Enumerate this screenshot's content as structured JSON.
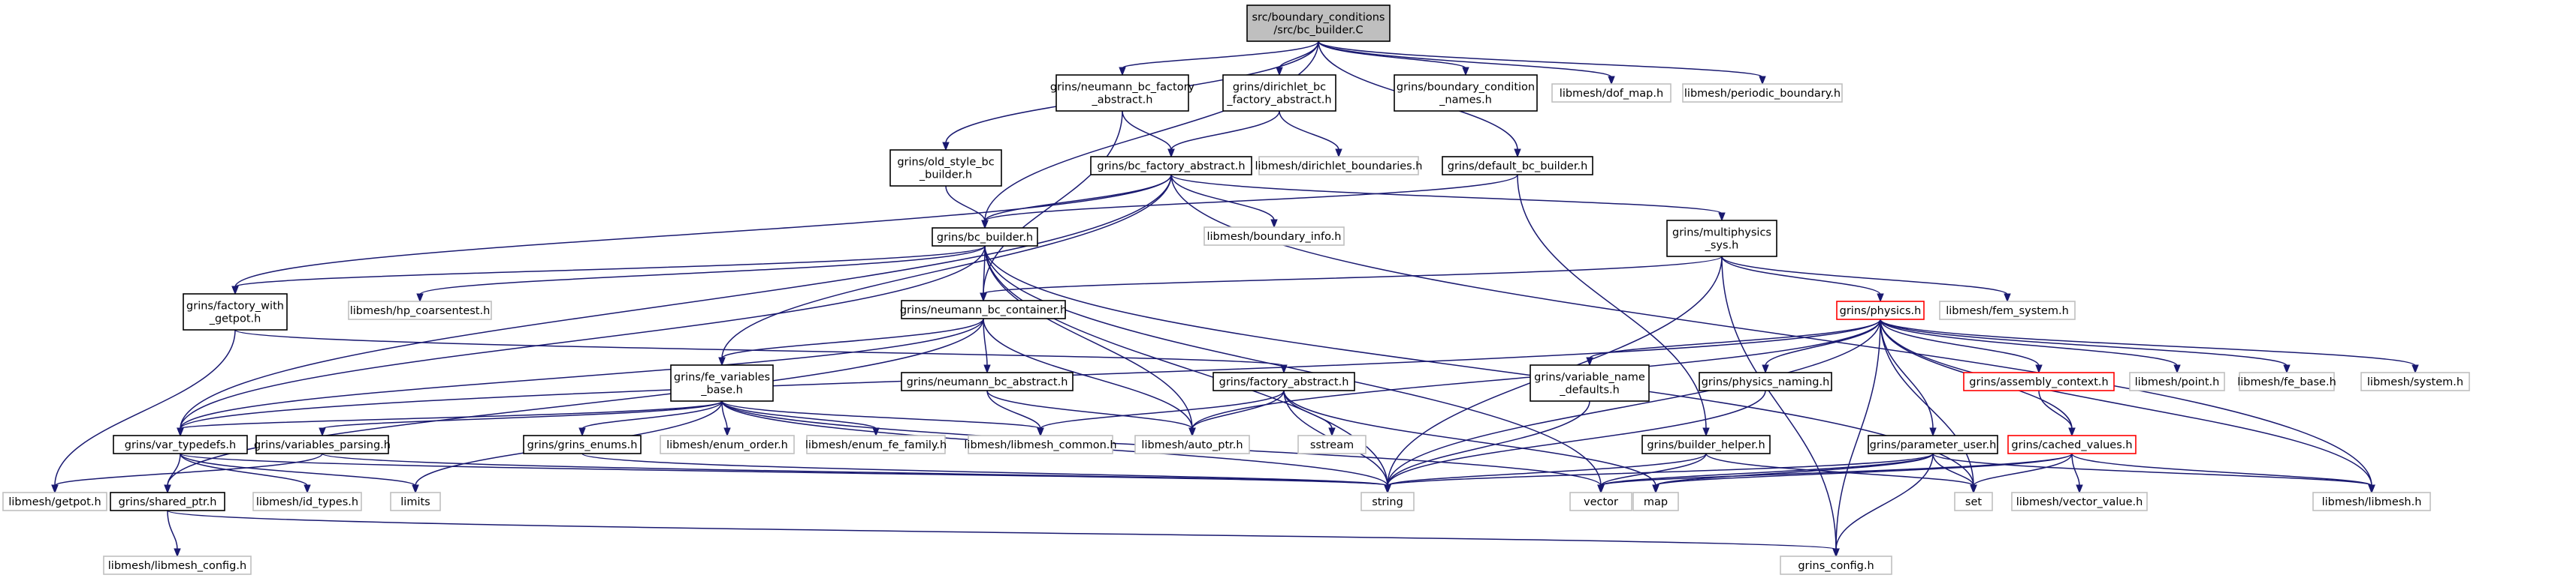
{
  "colors": {
    "edge": "#191970",
    "border_documented": "#000000",
    "border_system": "#bfbfbf",
    "border_incomplete": "#ff0000",
    "root_fill": "#bfbfbf"
  },
  "nodes": [
    {
      "id": "root",
      "lines": [
        "src/boundary_conditions",
        "/src/bc_builder.C"
      ],
      "kind": "root"
    },
    {
      "id": "neumann_factory",
      "lines": [
        "grins/neumann_bc_factory",
        "_abstract.h"
      ],
      "kind": "documented"
    },
    {
      "id": "dirichlet_factory",
      "lines": [
        "grins/dirichlet_bc",
        "_factory_abstract.h"
      ],
      "kind": "documented"
    },
    {
      "id": "bc_names",
      "lines": [
        "grins/boundary_condition",
        "_names.h"
      ],
      "kind": "documented"
    },
    {
      "id": "dof_map",
      "lines": [
        "libmesh/dof_map.h"
      ],
      "kind": "system"
    },
    {
      "id": "periodic",
      "lines": [
        "libmesh/periodic_boundary.h"
      ],
      "kind": "system"
    },
    {
      "id": "old_style",
      "lines": [
        "grins/old_style_bc",
        "_builder.h"
      ],
      "kind": "documented"
    },
    {
      "id": "bc_factory",
      "lines": [
        "grins/bc_factory_abstract.h"
      ],
      "kind": "documented"
    },
    {
      "id": "dirichlet_boundaries",
      "lines": [
        "libmesh/dirichlet_boundaries.h"
      ],
      "kind": "system"
    },
    {
      "id": "default_bc",
      "lines": [
        "grins/default_bc_builder.h"
      ],
      "kind": "documented"
    },
    {
      "id": "boundary_info",
      "lines": [
        "libmesh/boundary_info.h"
      ],
      "kind": "system"
    },
    {
      "id": "bc_builder",
      "lines": [
        "grins/bc_builder.h"
      ],
      "kind": "documented"
    },
    {
      "id": "multiphysics",
      "lines": [
        "grins/multiphysics",
        "_sys.h"
      ],
      "kind": "documented"
    },
    {
      "id": "factory_getpot",
      "lines": [
        "grins/factory_with",
        "_getpot.h"
      ],
      "kind": "documented"
    },
    {
      "id": "hp_coarsen",
      "lines": [
        "libmesh/hp_coarsentest.h"
      ],
      "kind": "system"
    },
    {
      "id": "neumann_container",
      "lines": [
        "grins/neumann_bc_container.h"
      ],
      "kind": "documented"
    },
    {
      "id": "physics",
      "lines": [
        "grins/physics.h"
      ],
      "kind": "incomplete"
    },
    {
      "id": "fem_system",
      "lines": [
        "libmesh/fem_system.h"
      ],
      "kind": "system"
    },
    {
      "id": "fe_variables",
      "lines": [
        "grins/fe_variables",
        "_base.h"
      ],
      "kind": "documented"
    },
    {
      "id": "neumann_abstract",
      "lines": [
        "grins/neumann_bc_abstract.h"
      ],
      "kind": "documented"
    },
    {
      "id": "factory_abstract",
      "lines": [
        "grins/factory_abstract.h"
      ],
      "kind": "documented"
    },
    {
      "id": "var_name_defaults",
      "lines": [
        "grins/variable_name",
        "_defaults.h"
      ],
      "kind": "documented"
    },
    {
      "id": "physics_naming",
      "lines": [
        "grins/physics_naming.h"
      ],
      "kind": "documented"
    },
    {
      "id": "assembly_context",
      "lines": [
        "grins/assembly_context.h"
      ],
      "kind": "incomplete"
    },
    {
      "id": "point",
      "lines": [
        "libmesh/point.h"
      ],
      "kind": "system"
    },
    {
      "id": "fe_base",
      "lines": [
        "libmesh/fe_base.h"
      ],
      "kind": "system"
    },
    {
      "id": "system",
      "lines": [
        "libmesh/system.h"
      ],
      "kind": "system"
    },
    {
      "id": "var_typedefs",
      "lines": [
        "grins/var_typedefs.h"
      ],
      "kind": "documented"
    },
    {
      "id": "var_parsing",
      "lines": [
        "grins/variables_parsing.h"
      ],
      "kind": "documented"
    },
    {
      "id": "grins_enums",
      "lines": [
        "grins/grins_enums.h"
      ],
      "kind": "documented"
    },
    {
      "id": "enum_order",
      "lines": [
        "libmesh/enum_order.h"
      ],
      "kind": "system"
    },
    {
      "id": "enum_fe_family",
      "lines": [
        "libmesh/enum_fe_family.h"
      ],
      "kind": "system"
    },
    {
      "id": "libmesh_common",
      "lines": [
        "libmesh/libmesh_common.h"
      ],
      "kind": "system"
    },
    {
      "id": "auto_ptr",
      "lines": [
        "libmesh/auto_ptr.h"
      ],
      "kind": "system"
    },
    {
      "id": "sstream",
      "lines": [
        "sstream"
      ],
      "kind": "system"
    },
    {
      "id": "builder_helper",
      "lines": [
        "grins/builder_helper.h"
      ],
      "kind": "documented"
    },
    {
      "id": "parameter_user",
      "lines": [
        "grins/parameter_user.h"
      ],
      "kind": "documented"
    },
    {
      "id": "cached_values",
      "lines": [
        "grins/cached_values.h"
      ],
      "kind": "incomplete"
    },
    {
      "id": "getpot",
      "lines": [
        "libmesh/getpot.h"
      ],
      "kind": "system"
    },
    {
      "id": "shared_ptr",
      "lines": [
        "grins/shared_ptr.h"
      ],
      "kind": "documented"
    },
    {
      "id": "id_types",
      "lines": [
        "libmesh/id_types.h"
      ],
      "kind": "system"
    },
    {
      "id": "limits",
      "lines": [
        "limits"
      ],
      "kind": "system"
    },
    {
      "id": "string",
      "lines": [
        "string"
      ],
      "kind": "system"
    },
    {
      "id": "vector",
      "lines": [
        "vector"
      ],
      "kind": "system"
    },
    {
      "id": "map",
      "lines": [
        "map"
      ],
      "kind": "system"
    },
    {
      "id": "set",
      "lines": [
        "set"
      ],
      "kind": "system"
    },
    {
      "id": "vector_value",
      "lines": [
        "libmesh/vector_value.h"
      ],
      "kind": "system"
    },
    {
      "id": "libmesh_h",
      "lines": [
        "libmesh/libmesh.h"
      ],
      "kind": "system"
    },
    {
      "id": "libmesh_config",
      "lines": [
        "libmesh/libmesh_config.h"
      ],
      "kind": "system"
    },
    {
      "id": "grins_config",
      "lines": [
        "grins_config.h"
      ],
      "kind": "system"
    }
  ],
  "edges": [
    [
      "root",
      "neumann_factory"
    ],
    [
      "root",
      "dirichlet_factory"
    ],
    [
      "root",
      "bc_names"
    ],
    [
      "root",
      "dof_map"
    ],
    [
      "root",
      "periodic"
    ],
    [
      "root",
      "old_style"
    ],
    [
      "root",
      "bc_builder"
    ],
    [
      "root",
      "default_bc"
    ],
    [
      "neumann_factory",
      "bc_factory"
    ],
    [
      "neumann_factory",
      "neumann_container"
    ],
    [
      "dirichlet_factory",
      "bc_factory"
    ],
    [
      "dirichlet_factory",
      "dirichlet_boundaries"
    ],
    [
      "old_style",
      "bc_builder"
    ],
    [
      "bc_factory",
      "bc_builder"
    ],
    [
      "bc_factory",
      "boundary_info"
    ],
    [
      "bc_factory",
      "factory_getpot"
    ],
    [
      "bc_factory",
      "var_typedefs"
    ],
    [
      "bc_factory",
      "multiphysics"
    ],
    [
      "bc_factory",
      "fe_variables"
    ],
    [
      "bc_factory",
      "libmesh_h"
    ],
    [
      "default_bc",
      "bc_builder"
    ],
    [
      "default_bc",
      "builder_helper"
    ],
    [
      "bc_builder",
      "hp_coarsen"
    ],
    [
      "bc_builder",
      "neumann_container"
    ],
    [
      "bc_builder",
      "var_typedefs"
    ],
    [
      "bc_builder",
      "auto_ptr"
    ],
    [
      "bc_builder",
      "string"
    ],
    [
      "bc_builder",
      "vector"
    ],
    [
      "bc_builder",
      "set"
    ],
    [
      "bc_builder",
      "factory_getpot"
    ],
    [
      "multiphysics",
      "neumann_container"
    ],
    [
      "multiphysics",
      "physics"
    ],
    [
      "multiphysics",
      "fem_system"
    ],
    [
      "multiphysics",
      "string"
    ],
    [
      "multiphysics",
      "grins_config"
    ],
    [
      "factory_getpot",
      "getpot"
    ],
    [
      "factory_getpot",
      "factory_abstract"
    ],
    [
      "neumann_container",
      "fe_variables"
    ],
    [
      "neumann_container",
      "neumann_abstract"
    ],
    [
      "neumann_container",
      "var_typedefs"
    ],
    [
      "neumann_container",
      "auto_ptr"
    ],
    [
      "neumann_container",
      "shared_ptr"
    ],
    [
      "physics",
      "var_name_defaults"
    ],
    [
      "physics",
      "physics_naming"
    ],
    [
      "physics",
      "assembly_context"
    ],
    [
      "physics",
      "point"
    ],
    [
      "physics",
      "fe_base"
    ],
    [
      "physics",
      "system"
    ],
    [
      "physics",
      "cached_values"
    ],
    [
      "physics",
      "parameter_user"
    ],
    [
      "physics",
      "var_typedefs"
    ],
    [
      "physics",
      "auto_ptr"
    ],
    [
      "physics",
      "string"
    ],
    [
      "physics",
      "set"
    ],
    [
      "physics",
      "libmesh_h"
    ],
    [
      "physics",
      "grins_config"
    ],
    [
      "fe_variables",
      "var_typedefs"
    ],
    [
      "fe_variables",
      "var_parsing"
    ],
    [
      "fe_variables",
      "grins_enums"
    ],
    [
      "fe_variables",
      "enum_order"
    ],
    [
      "fe_variables",
      "enum_fe_family"
    ],
    [
      "fe_variables",
      "libmesh_common"
    ],
    [
      "fe_variables",
      "string"
    ],
    [
      "fe_variables",
      "vector"
    ],
    [
      "fe_variables",
      "limits"
    ],
    [
      "neumann_abstract",
      "libmesh_common"
    ],
    [
      "neumann_abstract",
      "auto_ptr"
    ],
    [
      "factory_abstract",
      "libmesh_common"
    ],
    [
      "factory_abstract",
      "auto_ptr"
    ],
    [
      "factory_abstract",
      "sstream"
    ],
    [
      "factory_abstract",
      "string"
    ],
    [
      "factory_abstract",
      "map"
    ],
    [
      "var_name_defaults",
      "string"
    ],
    [
      "physics_naming",
      "string"
    ],
    [
      "assembly_context",
      "cached_values"
    ],
    [
      "cached_values",
      "set"
    ],
    [
      "cached_values",
      "map"
    ],
    [
      "cached_values",
      "vector_value"
    ],
    [
      "cached_values",
      "libmesh_h"
    ],
    [
      "cached_values",
      "vector"
    ],
    [
      "builder_helper",
      "string"
    ],
    [
      "builder_helper",
      "set"
    ],
    [
      "builder_helper",
      "vector"
    ],
    [
      "parameter_user",
      "string"
    ],
    [
      "parameter_user",
      "map"
    ],
    [
      "parameter_user",
      "libmesh_h"
    ],
    [
      "parameter_user",
      "grins_config"
    ],
    [
      "parameter_user",
      "set"
    ],
    [
      "parameter_user",
      "vector"
    ],
    [
      "var_typedefs",
      "shared_ptr"
    ],
    [
      "var_typedefs",
      "id_types"
    ],
    [
      "var_typedefs",
      "limits"
    ],
    [
      "var_typedefs",
      "string"
    ],
    [
      "var_parsing",
      "getpot"
    ],
    [
      "var_parsing",
      "string"
    ],
    [
      "grins_enums",
      "string"
    ],
    [
      "shared_ptr",
      "libmesh_config"
    ],
    [
      "shared_ptr",
      "grins_config"
    ]
  ]
}
